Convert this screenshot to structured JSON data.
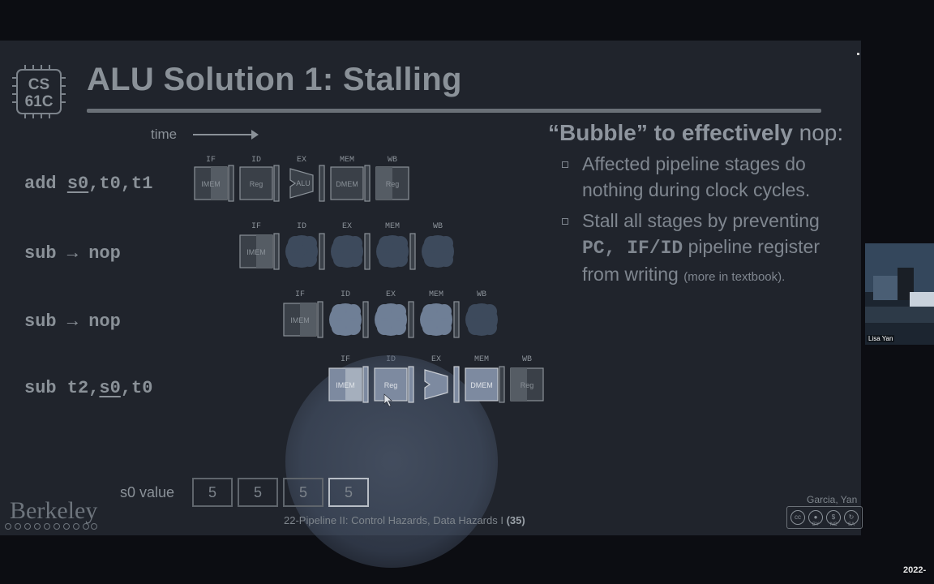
{
  "slide": {
    "logo_text": [
      "CS",
      "61C"
    ],
    "title": "ALU Solution 1: Stalling",
    "time_label": "time",
    "stage_names": [
      "IF",
      "ID",
      "EX",
      "MEM",
      "WB"
    ],
    "block_labels": {
      "imem": "IMEM",
      "reg": "Reg",
      "alu": "ALU",
      "dmem": "DMEM"
    },
    "instructions": [
      {
        "pre": "add ",
        "under": "s0",
        "post": ",t0,t1"
      },
      {
        "text": "sub → nop"
      },
      {
        "text": "sub → nop"
      },
      {
        "pre": "sub t2,",
        "under": "s0",
        "post": ",t0"
      }
    ],
    "bullets": {
      "head_quote_open": "“Bubble",
      "head_quote_close": "”",
      "head_bold": " to effectively",
      "head_tail": " nop:",
      "item1": "Affected pipeline stages do nothing during clock cycles.",
      "item2_pre": "Stall all stages by preventing ",
      "item2_mono": "PC, IF/ID",
      "item2_post": " pipeline register from writing ",
      "item2_small": "(more in textbook)."
    },
    "s0": {
      "label": "s0 value",
      "values": [
        "5",
        "5",
        "5",
        "5"
      ]
    },
    "berkeley": "Berkeley",
    "footer_pre": "22-Pipeline II: Control Hazards, Data Hazards I ",
    "footer_num": "(35)",
    "author": "Garcia, Yan",
    "cc_labels": [
      "BY",
      "NC",
      "SA"
    ]
  },
  "video": {
    "name": "Lisa Yan"
  },
  "year": "2022-"
}
